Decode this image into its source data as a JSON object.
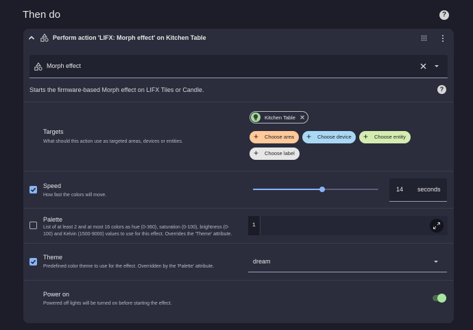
{
  "header": {
    "title": "Then do"
  },
  "action": {
    "title": "Perform action 'LIFX: Morph effect' on Kitchen Table",
    "selected": "Morph effect",
    "description": "Starts the firmware-based Morph effect on LIFX Tiles or Candle."
  },
  "targets": {
    "title": "Targets",
    "description": "What should this action use as targeted areas, devices or entities.",
    "entity_chip": "Kitchen Table",
    "buttons": [
      {
        "label": "Choose area",
        "color": "#ffc999"
      },
      {
        "label": "Choose device",
        "color": "#a9d8f5"
      },
      {
        "label": "Choose entity",
        "color": "#d5ecb0"
      },
      {
        "label": "Choose label",
        "color": "#e6e6e6"
      }
    ]
  },
  "speed": {
    "title": "Speed",
    "description": "How fast the colors will move.",
    "checked": true,
    "value": "14",
    "unit": "seconds",
    "slider_fraction": 0.55
  },
  "palette": {
    "title": "Palette",
    "description_line1": "List of at least 2 and at most 16 colors as hue (0-360), saturation (0-100), brightness (0-",
    "description_line2": "100) and Kelvin (1500-9000) values to use for this effect. Overrides the 'Theme' attribute.",
    "checked": false,
    "line_number": "1"
  },
  "theme": {
    "title": "Theme",
    "description": "Predefined color theme to use for the effect. Overridden by the 'Palette' attribute.",
    "checked": true,
    "value": "dream"
  },
  "power_on": {
    "title": "Power on",
    "description": "Powered off lights will be turned on before starting the effect.",
    "enabled": true
  },
  "colors": {
    "background": "#1c1d28",
    "card": "#2b2d3d",
    "accent": "#8ab4f8",
    "toggle_on": "#a8e6a0"
  }
}
